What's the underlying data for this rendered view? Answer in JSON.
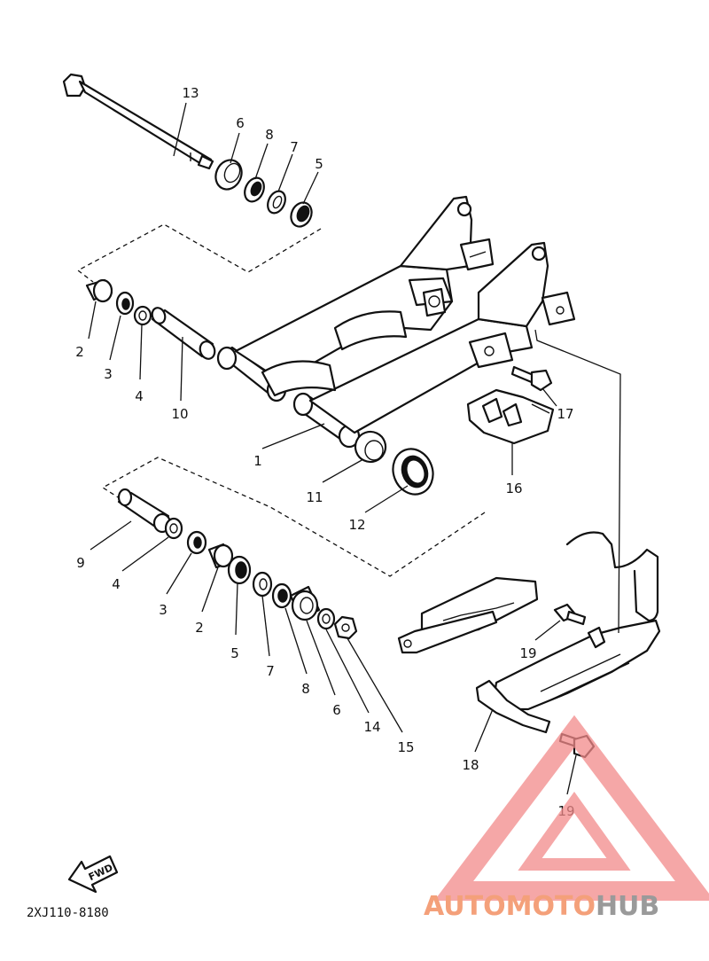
{
  "diagram_code": "2XJ110-8180",
  "fwd_label": "FWD",
  "watermark": {
    "part1": "AUTOMOTO",
    "part2": "HUB",
    "color1": "#f4a07a",
    "color2": "#9a9a9a",
    "triangle_color": "#f28a8a"
  },
  "callouts": {
    "c1": "1",
    "c2a": "2",
    "c2b": "2",
    "c3a": "3",
    "c3b": "3",
    "c4a": "4",
    "c4b": "4",
    "c5a": "5",
    "c5b": "5",
    "c6a": "6",
    "c6b": "6",
    "c7a": "7",
    "c7b": "7",
    "c8a": "8",
    "c8b": "8",
    "c9": "9",
    "c10": "10",
    "c11": "11",
    "c12": "12",
    "c13": "13",
    "c14": "14",
    "c15": "15",
    "c16": "16",
    "c17": "17",
    "c18": "18",
    "c19a": "19",
    "c19b": "19"
  }
}
